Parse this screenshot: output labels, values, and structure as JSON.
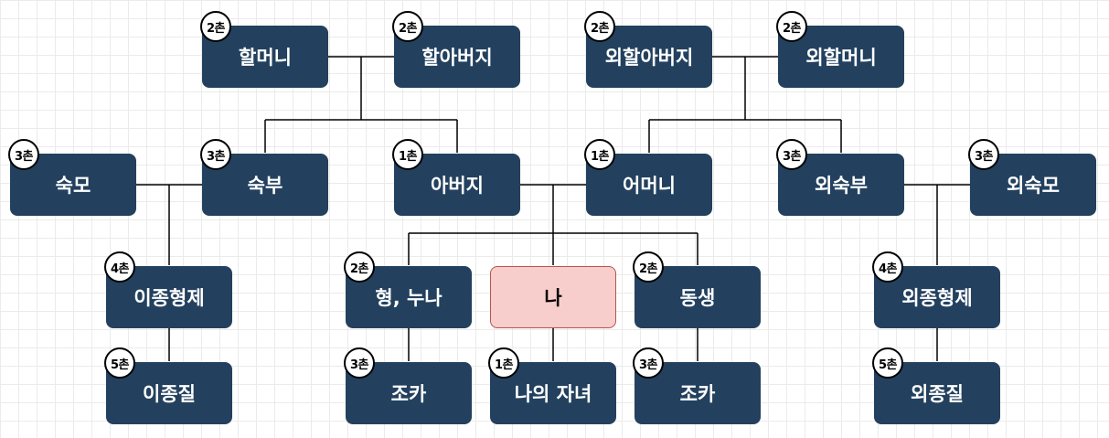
{
  "colors": {
    "node_fill": "#23415e",
    "self_fill": "#f8cecc",
    "self_border": "#b85450",
    "self_text": "#000000",
    "line": "#000000"
  },
  "nodes": [
    {
      "id": "grandmother",
      "label": "할머니",
      "degree": "2촌"
    },
    {
      "id": "grandfather",
      "label": "할아버지",
      "degree": "2촌"
    },
    {
      "id": "maternal-grandfather",
      "label": "외할아버지",
      "degree": "2촌"
    },
    {
      "id": "maternal-grandmother",
      "label": "외할머니",
      "degree": "2촌"
    },
    {
      "id": "aunt-by-marriage",
      "label": "숙모",
      "degree": "3촌"
    },
    {
      "id": "uncle",
      "label": "숙부",
      "degree": "3촌"
    },
    {
      "id": "father",
      "label": "아버지",
      "degree": "1촌"
    },
    {
      "id": "mother",
      "label": "어머니",
      "degree": "1촌"
    },
    {
      "id": "maternal-uncle",
      "label": "외숙부",
      "degree": "3촌"
    },
    {
      "id": "maternal-uncle-wife",
      "label": "외숙모",
      "degree": "3촌"
    },
    {
      "id": "cousin",
      "label": "이종형제",
      "degree": "4촌"
    },
    {
      "id": "elder-sibling",
      "label": "형, 누나",
      "degree": "2촌"
    },
    {
      "id": "self",
      "label": "나",
      "degree": ""
    },
    {
      "id": "younger-sibling",
      "label": "동생",
      "degree": "2촌"
    },
    {
      "id": "maternal-cousin",
      "label": "외종형제",
      "degree": "4촌"
    },
    {
      "id": "cousin-child",
      "label": "이종질",
      "degree": "5촌"
    },
    {
      "id": "elder-sibling-child",
      "label": "조카",
      "degree": "3촌"
    },
    {
      "id": "my-child",
      "label": "나의 자녀",
      "degree": "1촌"
    },
    {
      "id": "younger-sibling-child",
      "label": "조카",
      "degree": "3촌"
    },
    {
      "id": "maternal-cousin-child",
      "label": "외종질",
      "degree": "5촌"
    }
  ]
}
